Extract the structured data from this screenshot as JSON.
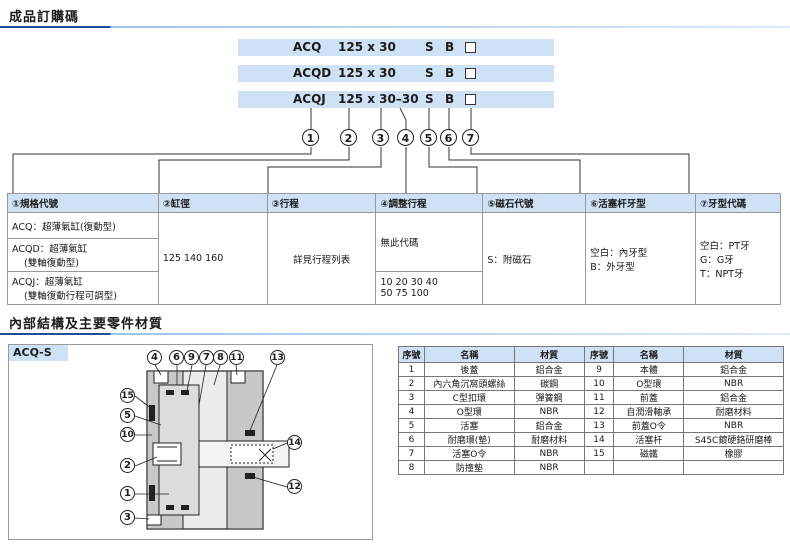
{
  "sections": {
    "order_title": "成品訂購碼",
    "structure_title": "內部結構及主要零件材質"
  },
  "codes": [
    {
      "model": "ACQ",
      "size": "125 x 30",
      "s": "S",
      "b": "B"
    },
    {
      "model": "ACQD",
      "size": "125 x 30",
      "s": "S",
      "b": "B"
    },
    {
      "model": "ACQJ",
      "size": "125 x 30–30",
      "s": "S",
      "b": "B"
    }
  ],
  "circle_numbers": [
    "1",
    "2",
    "3",
    "4",
    "5",
    "6",
    "7"
  ],
  "order_table": {
    "headers": [
      "①規格代號",
      "②缸徑",
      "③行程",
      "④調整行程",
      "⑤磁石代號",
      "⑥活塞杆牙型",
      "⑦牙型代碼"
    ],
    "specs": [
      {
        "line1": "ACQ：超薄氣缸(復動型)",
        "line2": ""
      },
      {
        "line1": "ACQD：超薄氣缸",
        "line2": "(雙軸復動型)"
      },
      {
        "line1": "ACQJ：超薄氣缸",
        "line2": "(雙軸復動行程可調型)"
      }
    ],
    "bore": "125  140  160",
    "stroke": "詳見行程列表",
    "adjust_none": "無此代碼",
    "adjust_values_1": "10  20  30  40",
    "adjust_values_2": "50  75  100",
    "magnet": "S：附磁石",
    "rod_thread_1": "空白：內牙型",
    "rod_thread_2": "B：外牙型",
    "thread_code_1": "空白：PT牙",
    "thread_code_2": "G：G牙",
    "thread_code_3": "T：NPT牙"
  },
  "diagram": {
    "label": "ACQ-S",
    "callouts": [
      "4",
      "6",
      "9",
      "7",
      "8",
      "11",
      "13",
      "15",
      "5",
      "10",
      "2",
      "14",
      "1",
      "12",
      "3"
    ]
  },
  "parts_table": {
    "headers": [
      "序號",
      "名稱",
      "材質",
      "序號",
      "名稱",
      "材質"
    ],
    "rows": [
      [
        "1",
        "後蓋",
        "鋁合金",
        "9",
        "本體",
        "鋁合金"
      ],
      [
        "2",
        "內六角沉窩頭螺絲",
        "碳鋼",
        "10",
        "O型環",
        "NBR"
      ],
      [
        "3",
        "C型扣環",
        "彈簧鋼",
        "11",
        "前蓋",
        "鋁合金"
      ],
      [
        "4",
        "O型環",
        "NBR",
        "12",
        "自潤滑軸承",
        "耐磨材料"
      ],
      [
        "5",
        "活塞",
        "鋁合金",
        "13",
        "前蓋O令",
        "NBR"
      ],
      [
        "6",
        "耐磨環(墊)",
        "耐磨材料",
        "14",
        "活塞杆",
        "S45C鍍硬鉻研磨棒"
      ],
      [
        "7",
        "活塞O令",
        "NBR",
        "15",
        "磁鐵",
        "橡膠"
      ],
      [
        "8",
        "防撞墊",
        "NBR",
        "",
        "",
        ""
      ]
    ]
  }
}
